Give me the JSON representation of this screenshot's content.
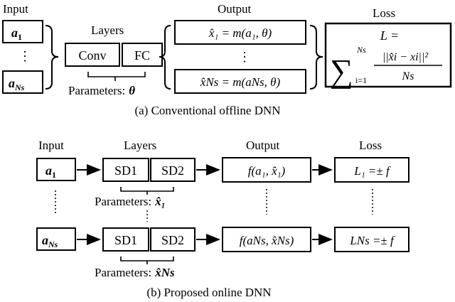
{
  "top": {
    "input_label": "Input",
    "layers_label": "Layers",
    "output_label": "Output",
    "loss_label": "Loss",
    "input_first": "a",
    "input_first_sub": "1",
    "input_last": "a",
    "input_last_sub": "Ns",
    "vdots": "⋮",
    "layer_conv": "Conv",
    "layer_fc": "FC",
    "params_label": "Parameters:",
    "params_symbol": "θ",
    "output_first": "x̂₁ = m(a₁, θ)",
    "output_last": "x̂Ns = m(aNs, θ)",
    "loss_lhs": "L =",
    "loss_sum": "∑",
    "loss_sum_upper": "Ns",
    "loss_sum_lower": "i=1",
    "loss_numerator": "||x̂i − xi||²",
    "loss_denominator": "Ns",
    "caption": "(a) Conventional offline DNN"
  },
  "bottom": {
    "input_label": "Input",
    "layers_label": "Layers",
    "output_label": "Output",
    "loss_label": "Loss",
    "row1": {
      "input": "a",
      "input_sub": "1",
      "sd1": "SD1",
      "sd2": "SD2",
      "output": "f(a₁, x̂₁)",
      "loss": "L₁ =± f",
      "params_label": "Parameters:",
      "params_symbol": "x̂₁"
    },
    "row2": {
      "input": "a",
      "input_sub": "Ns",
      "sd1": "SD1",
      "sd2": "SD2",
      "output": "f(aNs, x̂Ns)",
      "loss": "LNs =± f",
      "params_label": "Parameters:",
      "params_symbol": "x̂Ns"
    },
    "dots": "⋮",
    "caption": "(b) Proposed online DNN"
  }
}
